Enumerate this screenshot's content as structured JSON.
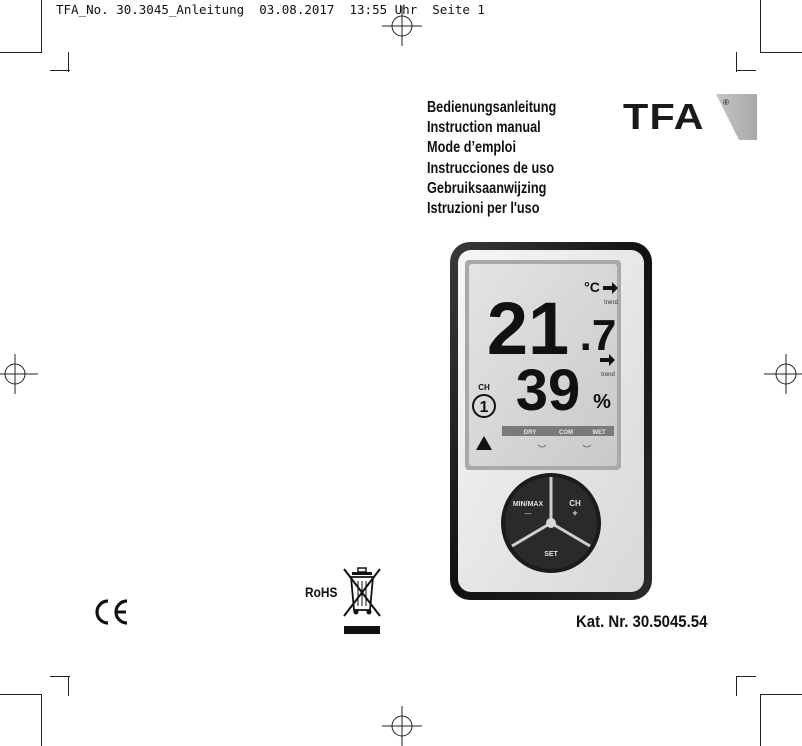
{
  "slug": {
    "text": "TFA_No. 30.3045_Anleitung  03.08.2017  13:55 Uhr  Seite 1"
  },
  "titles": [
    "Bedienungsanleitung",
    "Instruction manual",
    "Mode d’emploi",
    "Instrucciones de uso",
    "Gebruiksaanwijzing",
    "Istruzioni per l'uso"
  ],
  "brand": {
    "logo_text": "TFA",
    "registered": "®"
  },
  "device": {
    "display": {
      "temperature_main": "21",
      "temperature_decimal": ".7",
      "temperature_unit": "°C",
      "trend_label_1": "trend",
      "humidity": "39",
      "humidity_unit": "%",
      "trend_label_2": "trend",
      "channel_label": "CH",
      "channel_number": "1",
      "comfort_labels": [
        "DRY",
        "COM",
        "WET"
      ]
    },
    "buttons": {
      "minmax": "MIN/MAX",
      "minmax_sub": "—",
      "ch": "CH",
      "ch_sub": "+",
      "set": "SET"
    }
  },
  "compliance": {
    "rohs": "RoHS",
    "ce": "CE"
  },
  "catalog": {
    "text": "Kat. Nr. 30.5045.54"
  },
  "colors": {
    "lcd_background": "#d6d6d6",
    "frame": "#1a1a1a",
    "body": "#e9e9e9"
  }
}
